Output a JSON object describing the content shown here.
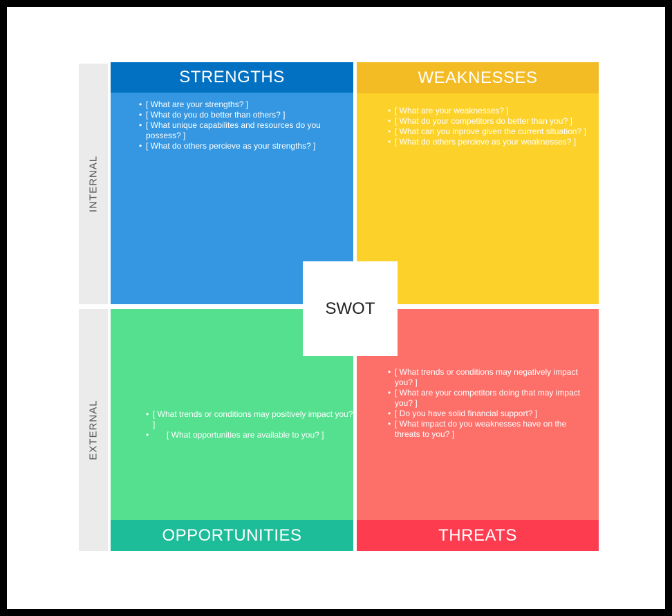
{
  "center_label": "SWOT",
  "side_labels": {
    "internal": "INTERNAL",
    "external": "EXTERNAL"
  },
  "colors": {
    "strengths_header": "#0271c1",
    "strengths_body": "#3597e1",
    "weaknesses_header": "#f3bb24",
    "weaknesses_body": "#fcd22a",
    "opportunities_footer": "#1ebd9a",
    "opportunities_body": "#54e08f",
    "threats_footer": "#fe3c50",
    "threats_body": "#fd6f69",
    "side_panel": "#ebebeb"
  },
  "strengths": {
    "title": "STRENGTHS",
    "items": [
      "[ What are your strengths? ]",
      "[ What do you do better than others? ]",
      "[ What unique capabilites and resources do you possess? ]",
      "[ What do others percieve as your strengths? ]"
    ]
  },
  "weaknesses": {
    "title": "WEAKNESSES",
    "items": [
      "[ What are your weaknesses? ]",
      "[ What do your competitors do better than you? ]",
      "[ What can you inprove given the current situation? ]",
      "[ What do others percieve as your weaknesses? ]"
    ]
  },
  "opportunities": {
    "title": "OPPORTUNITIES",
    "items": [
      "[ What trends or conditions may positively impact you? ]",
      "[ What opportunities are available to you? ]"
    ]
  },
  "threats": {
    "title": "THREATS",
    "items": [
      "[ What trends or conditions may negatively impact you? ]",
      "[ What are your competitors doing that may impact you? ]",
      "[ Do you have solid financial support? ]",
      "[ What impact do you weaknesses have on the threats to you? ]"
    ]
  }
}
